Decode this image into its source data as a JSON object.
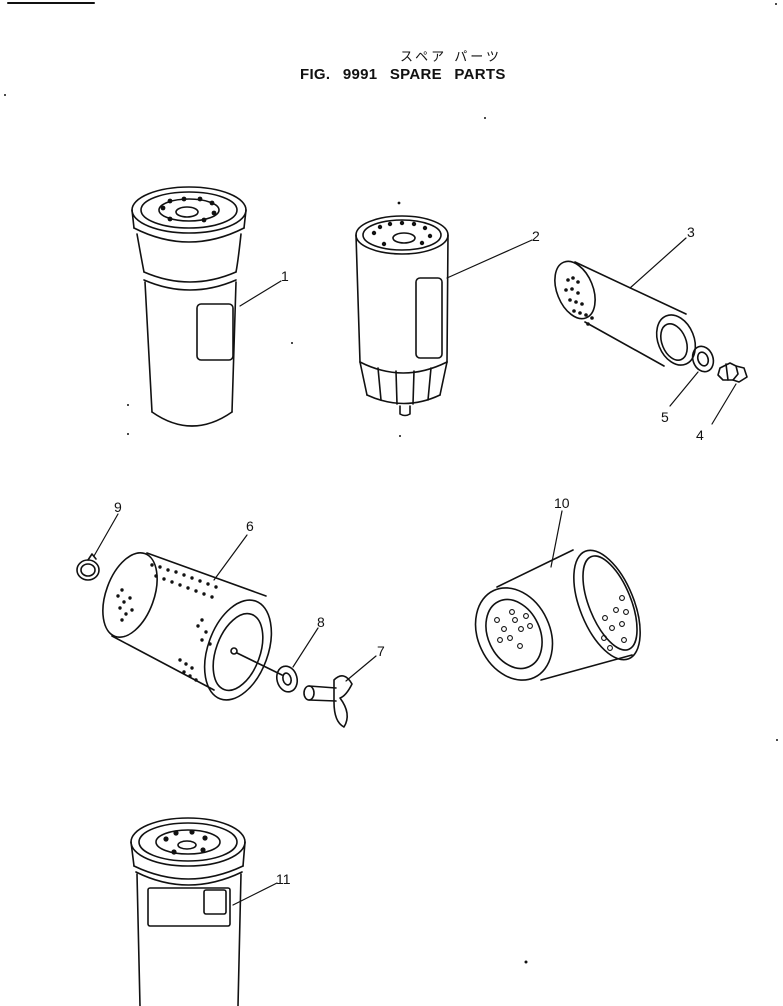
{
  "header": {
    "title_jp": "スペア パーツ",
    "title_en": "FIG. 9991   SPARE PARTS"
  },
  "callouts": {
    "p1": "1",
    "p2": "2",
    "p3": "3",
    "p4": "4",
    "p5": "5",
    "p6": "6",
    "p7": "7",
    "p8": "8",
    "p9": "9",
    "p10": "10",
    "p11": "11"
  }
}
